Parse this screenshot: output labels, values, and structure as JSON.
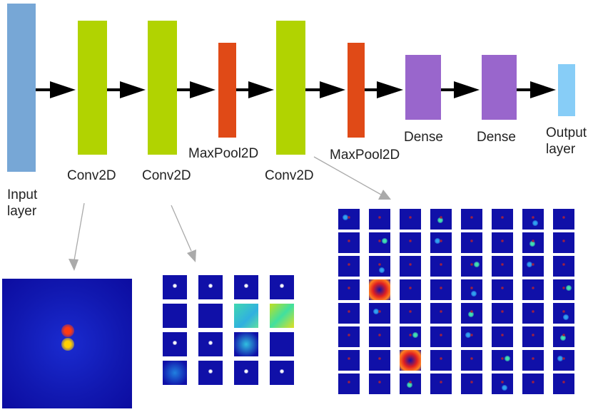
{
  "layers": [
    {
      "id": "input",
      "label": "Input\nlayer",
      "color": "#77a7d6"
    },
    {
      "id": "conv1",
      "label": "Conv2D",
      "color": "#b1d301"
    },
    {
      "id": "conv2",
      "label": "Conv2D",
      "color": "#b1d301"
    },
    {
      "id": "pool1",
      "label": "MaxPool2D",
      "color": "#e04a17"
    },
    {
      "id": "conv3",
      "label": "Conv2D",
      "color": "#b1d301"
    },
    {
      "id": "pool2",
      "label": "MaxPool2D",
      "color": "#e04a17"
    },
    {
      "id": "dense1",
      "label": "Dense",
      "color": "#9966cc"
    },
    {
      "id": "dense2",
      "label": "Dense",
      "color": "#9966cc"
    },
    {
      "id": "output",
      "label": "Output\nlayer",
      "color": "#87cdf7"
    }
  ],
  "feature_maps": {
    "conv1": {
      "grid": "1x1"
    },
    "conv2": {
      "grid": "4x4"
    },
    "conv3": {
      "grid": "8x8"
    }
  },
  "colors": {
    "arrow": "#000000",
    "pointer": "#aaaaaa",
    "map_background": "#1010a8",
    "hot": "#ff2020",
    "warm": "#ffd000",
    "cool": "#30e0c0"
  }
}
